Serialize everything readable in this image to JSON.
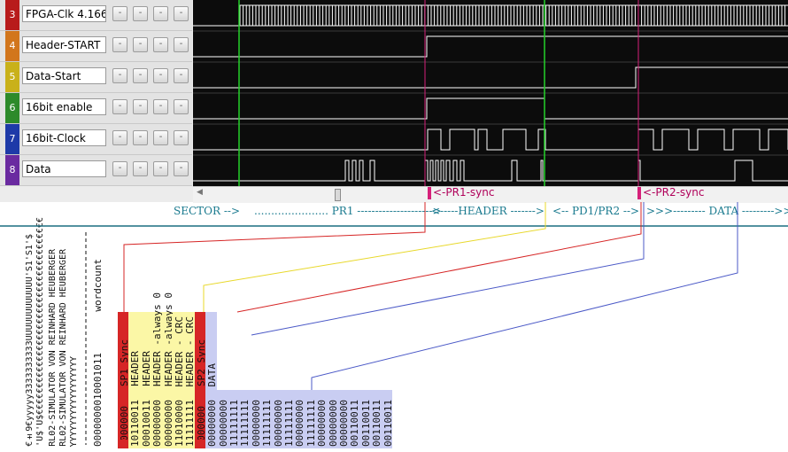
{
  "channels": [
    {
      "num": "3",
      "name": "FPGA-Clk 4.166",
      "color": "#b81b1b"
    },
    {
      "num": "4",
      "name": "Header-START",
      "color": "#d2761c"
    },
    {
      "num": "5",
      "name": "Data-Start",
      "color": "#c9b11a"
    },
    {
      "num": "6",
      "name": "16bit enable",
      "color": "#2d8a2a"
    },
    {
      "num": "7",
      "name": "16bit-Clock",
      "color": "#1e3aa8"
    },
    {
      "num": "8",
      "name": "Data",
      "color": "#6a2aa0"
    }
  ],
  "button_symbol": "-",
  "markers": {
    "pr1": "<-PR1-sync",
    "pr2": "<-PR2-sync"
  },
  "annotations": {
    "sector": "SECTOR -->",
    "pr1": "...................... PR1 --------------------->",
    "header": "<-----HEADER ------->",
    "pd": "<-- PD1/PR2 -->",
    "data": ">>>--------- DATA --------->>"
  },
  "doc": {
    "left_text": [
      "€±9€yyyyy3333333333UUUUUUUUUUUU'S1'S1'$ ",
      "'U$'U$€€€€€€€€€€€€€€€€€€€€€€€€€€€€€€€€€€€€€",
      "RL02-SIMULATOR VON REINHARD HEUBERGER",
      "RL02-SIMULATOR VON REINHARD HEUBERGER",
      "YYYYYYYYYYYYYYYYY"
    ],
    "wordcount_value": "0000000010001011",
    "wordcount_label": "wordcount",
    "columns": [
      {
        "bits": "0000000",
        "label": "SP1 Sync",
        "hl": "red",
        "mark": true
      },
      {
        "bits": "10110011",
        "label": "HEADER",
        "hl": "yellow"
      },
      {
        "bits": "00010011",
        "label": "HEADER",
        "hl": "yellow"
      },
      {
        "bits": "00000000",
        "label": "HEADER -always 0",
        "hl": "yellow"
      },
      {
        "bits": "00000000",
        "label": "HEADER -always 0",
        "hl": "yellow"
      },
      {
        "bits": "11010000",
        "label": "HEADER - CRC",
        "hl": "yellow"
      },
      {
        "bits": "11111111",
        "label": "HEADER - CRC",
        "hl": "yellow"
      },
      {
        "bits": "0000000",
        "label": "SP2 Sync",
        "hl": "red",
        "mark": true
      },
      {
        "bits": "00000000",
        "label": "DATA",
        "hl": "blue"
      },
      {
        "bits": "00000000",
        "label": "",
        "hl": "blue"
      },
      {
        "bits": "11111111",
        "label": "",
        "hl": "blue"
      },
      {
        "bits": "11111111",
        "label": "",
        "hl": "blue"
      },
      {
        "bits": "00000000",
        "label": "",
        "hl": "blue"
      },
      {
        "bits": "11111111",
        "label": "",
        "hl": "blue"
      },
      {
        "bits": "00000000",
        "label": "",
        "hl": "blue"
      },
      {
        "bits": "11111111",
        "label": "",
        "hl": "blue"
      },
      {
        "bits": "00000000",
        "label": "",
        "hl": "blue"
      },
      {
        "bits": "11111111",
        "label": "",
        "hl": "blue"
      },
      {
        "bits": "00000000",
        "label": "",
        "hl": "blue"
      },
      {
        "bits": "00000000",
        "label": "",
        "hl": "blue"
      },
      {
        "bits": "00000000",
        "label": "",
        "hl": "blue"
      },
      {
        "bits": "00110011",
        "label": "",
        "hl": "blue"
      },
      {
        "bits": "00110011",
        "label": "",
        "hl": "blue"
      },
      {
        "bits": "00110011",
        "label": "",
        "hl": "blue"
      },
      {
        "bits": "00110011",
        "label": "",
        "hl": "blue"
      }
    ]
  }
}
